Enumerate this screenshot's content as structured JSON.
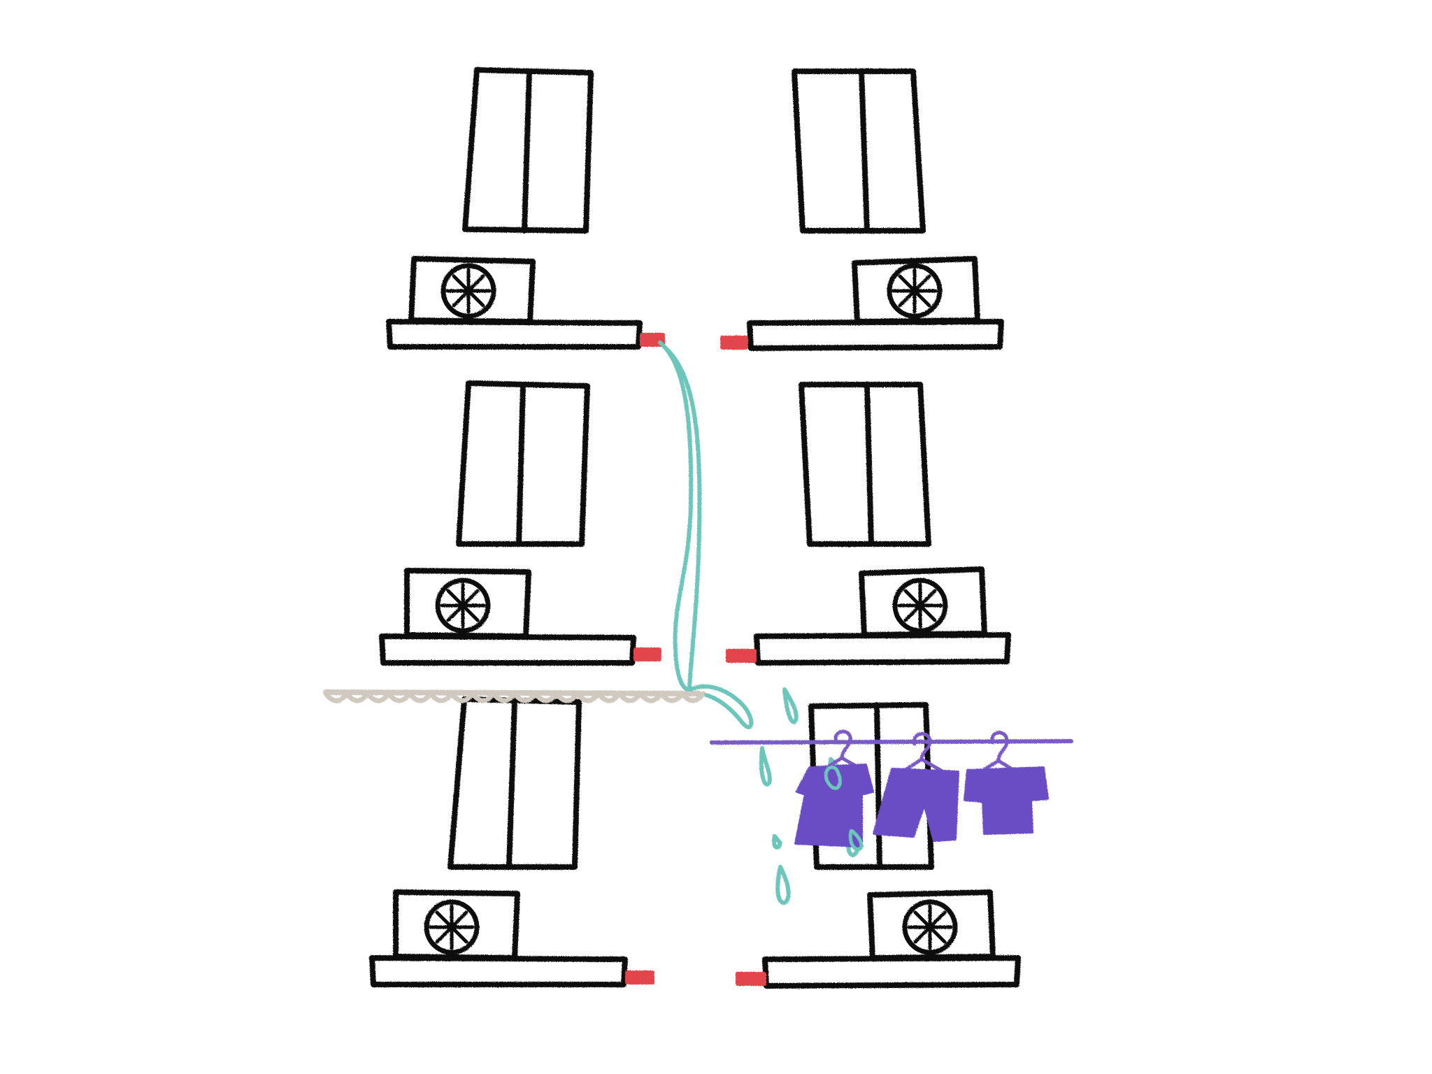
{
  "illustration": {
    "colors": {
      "background": "#ffffff",
      "ink": "#111111",
      "drain_valve": "#e2454c",
      "leak_water": "#6cc6bb",
      "awning": "#cfc9c0",
      "laundry_line": "#7a5ac6",
      "laundry": "#6b4dc4"
    },
    "columns": [
      "left",
      "right"
    ],
    "floors": 3,
    "units_per_column": 3,
    "laundry_items": [
      "shirt",
      "shorts",
      "tshirt"
    ],
    "icons": {
      "ac_fan": "fan-icon",
      "valve": "drain-valve-icon",
      "water": "water-drop-icon",
      "hanger": "hanger-icon"
    }
  }
}
